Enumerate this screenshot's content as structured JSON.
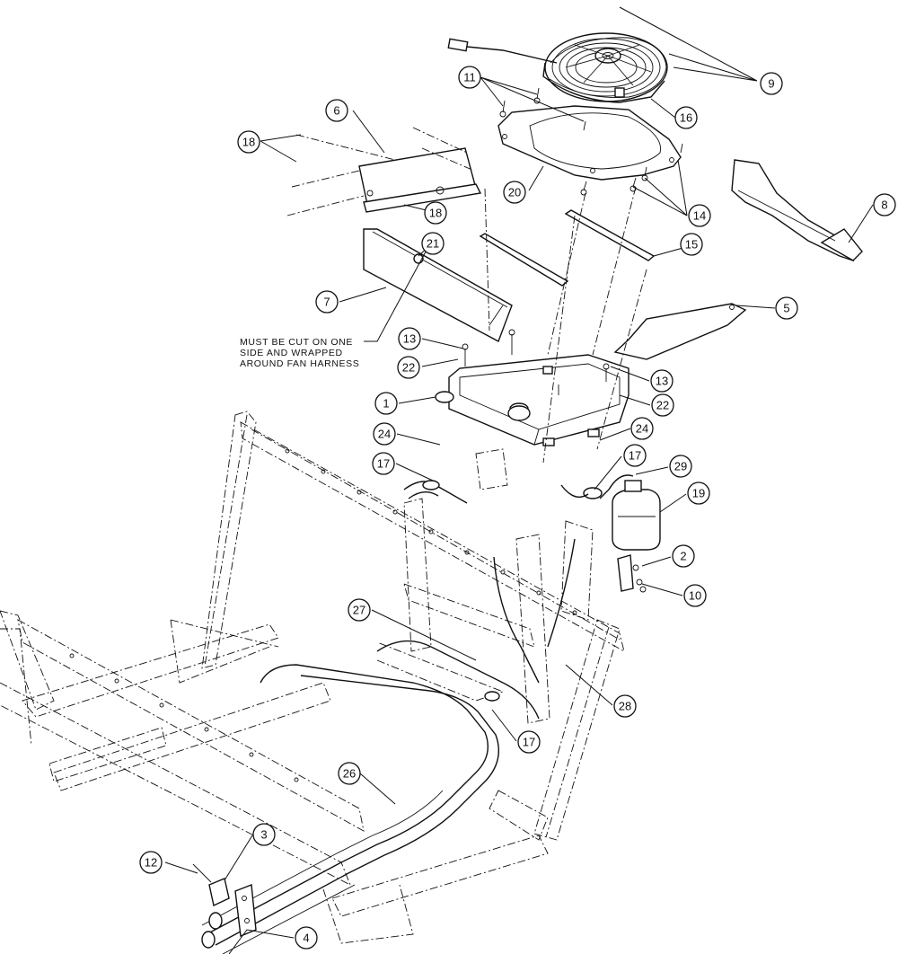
{
  "note": {
    "lines": [
      "MUST BE CUT ON ONE",
      "SIDE AND WRAPPED",
      "AROUND FAN HARNESS"
    ]
  },
  "callouts": [
    "1",
    "2",
    "3",
    "4",
    "5",
    "6",
    "7",
    "8",
    "9",
    "10",
    "11",
    "12",
    "13",
    "13",
    "14",
    "15",
    "16",
    "17",
    "17",
    "17",
    "18",
    "18",
    "19",
    "20",
    "21",
    "22",
    "22",
    "24",
    "24",
    "26",
    "27",
    "28",
    "29"
  ]
}
